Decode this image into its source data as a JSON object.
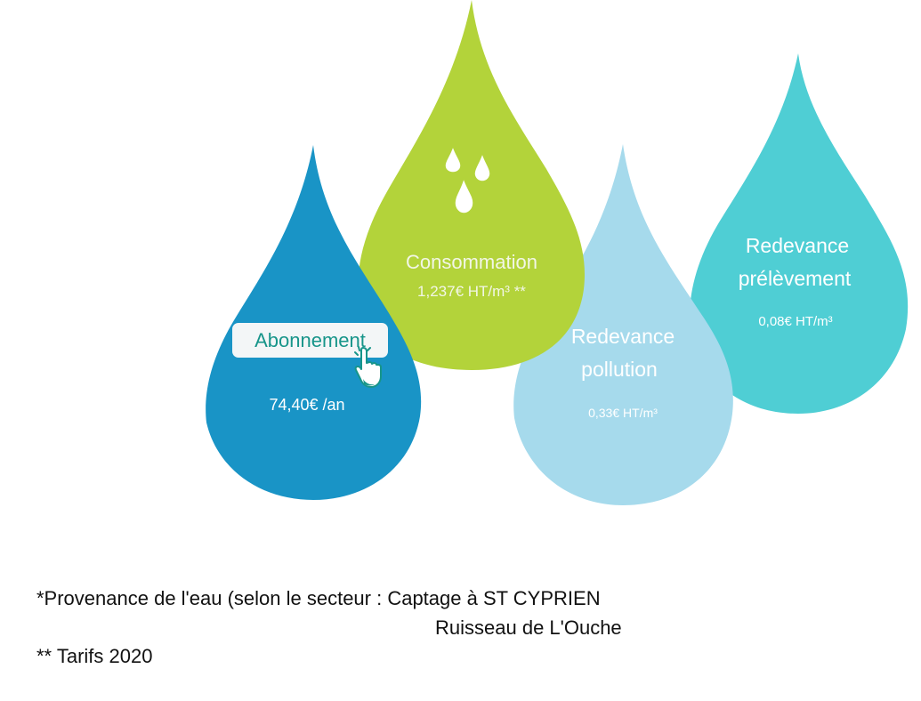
{
  "colors": {
    "abonnement": "#1994c6",
    "consommation": "#b3d33a",
    "pollution": "#a6daec",
    "prelevement": "#4fced4",
    "button_text": "#17958a"
  },
  "drops": {
    "abonnement": {
      "button_label": "Abonnement",
      "price": "74,40€ /an"
    },
    "consommation": {
      "title": "Consommation",
      "price": "1,237€ HT/m³ **",
      "icon": "water-drops-icon"
    },
    "pollution": {
      "title_line1": "Redevance",
      "title_line2": "pollution",
      "price": "0,33€ HT/m³"
    },
    "prelevement": {
      "title_line1": "Redevance",
      "title_line2": "prélèvement",
      "price": "0,08€ HT/m³"
    }
  },
  "icons": {
    "cursor": "hand-pointer-icon"
  },
  "footnotes": {
    "provenance": "*Provenance de l'eau (selon le secteur :  Captage à ST CYPRIEN",
    "provenance_line2": "Ruisseau de L'Ouche",
    "tarifs": "** Tarifs 2020"
  }
}
